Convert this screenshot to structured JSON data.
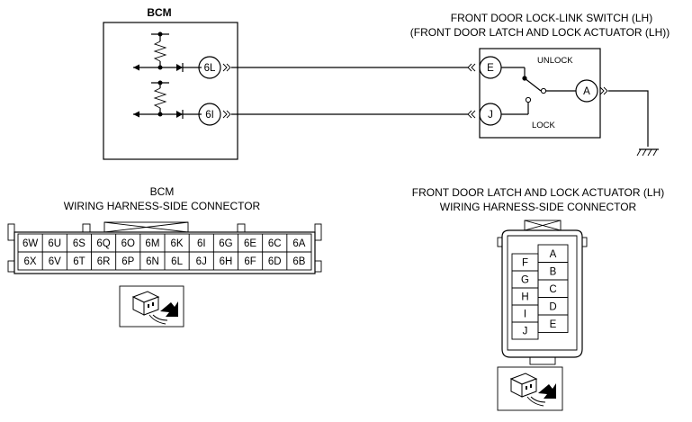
{
  "bcm": {
    "title": "BCM",
    "terminals": [
      "6L",
      "6I"
    ]
  },
  "switch": {
    "title_line1": "FRONT DOOR LOCK-LINK SWITCH (LH)",
    "title_line2": "(FRONT DOOR LATCH AND LOCK ACTUATOR (LH))",
    "terminals": [
      "E",
      "J",
      "A"
    ],
    "unlock_label": "UNLOCK",
    "lock_label": "LOCK"
  },
  "bcm_connector": {
    "title_line1": "BCM",
    "title_line2": "WIRING HARNESS-SIDE CONNECTOR",
    "row1": [
      "6W",
      "6U",
      "6S",
      "6Q",
      "6O",
      "6M",
      "6K",
      "6I",
      "6G",
      "6E",
      "6C",
      "6A"
    ],
    "row2": [
      "6X",
      "6V",
      "6T",
      "6R",
      "6P",
      "6N",
      "6L",
      "6J",
      "6H",
      "6F",
      "6D",
      "6B"
    ]
  },
  "actuator_connector": {
    "title_line1": "FRONT DOOR LATCH AND LOCK ACTUATOR (LH)",
    "title_line2": "WIRING HARNESS-SIDE CONNECTOR",
    "left_pins": [
      "F",
      "G",
      "H",
      "I",
      "J"
    ],
    "right_pins": [
      "A",
      "B",
      "C",
      "D",
      "E"
    ]
  }
}
